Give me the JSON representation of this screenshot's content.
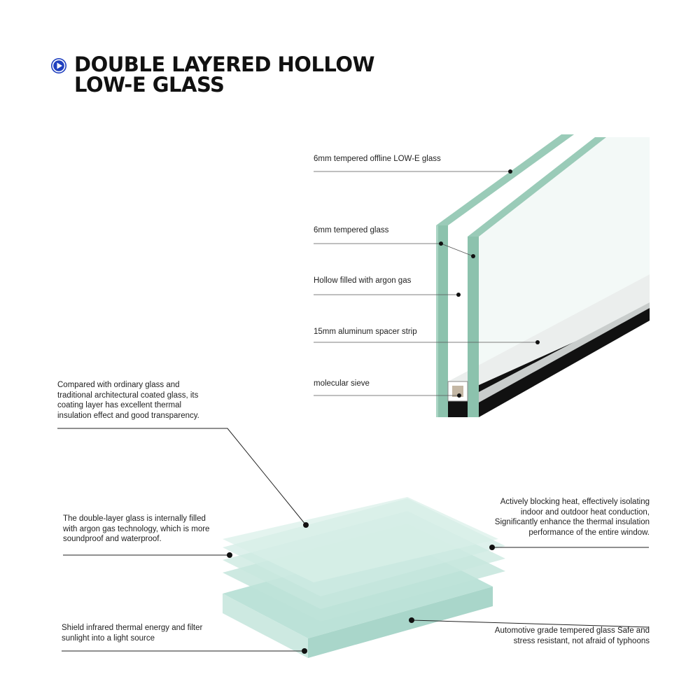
{
  "header": {
    "title_line1": "DOUBLE LAYERED HOLLOW",
    "title_line2": "LOW-E GLASS",
    "icon": "play-circle-icon",
    "icon_color": "#1f3fbf"
  },
  "colors": {
    "glass_edge": "#8cc2ad",
    "glass_face": "#eef7f4",
    "spacer": "#e8ebea",
    "seal": "#111111",
    "sieve": "#c4b7a4"
  },
  "cross_section_labels": [
    "6mm tempered offline LOW-E glass",
    "6mm tempered glass",
    "Hollow filled with argon gas",
    "15mm aluminum spacer strip",
    "molecular sieve"
  ],
  "layer_notes": {
    "coating": "Compared with ordinary glass and traditional architectural coated glass, its coating layer has excellent thermal insulation effect and good transparency.",
    "argon": "The double-layer glass is internally filled with argon gas technology, which is more soundproof and waterproof.",
    "infrared": "Shield infrared thermal energy and filter sunlight into a light source",
    "heat_block": "Actively blocking heat, effectively isolating indoor and outdoor heat conduction, Significantly enhance the thermal insulation performance of the entire window.",
    "tempered": "Automotive grade tempered glass Safe and stress resistant, not afraid of typhoons"
  }
}
